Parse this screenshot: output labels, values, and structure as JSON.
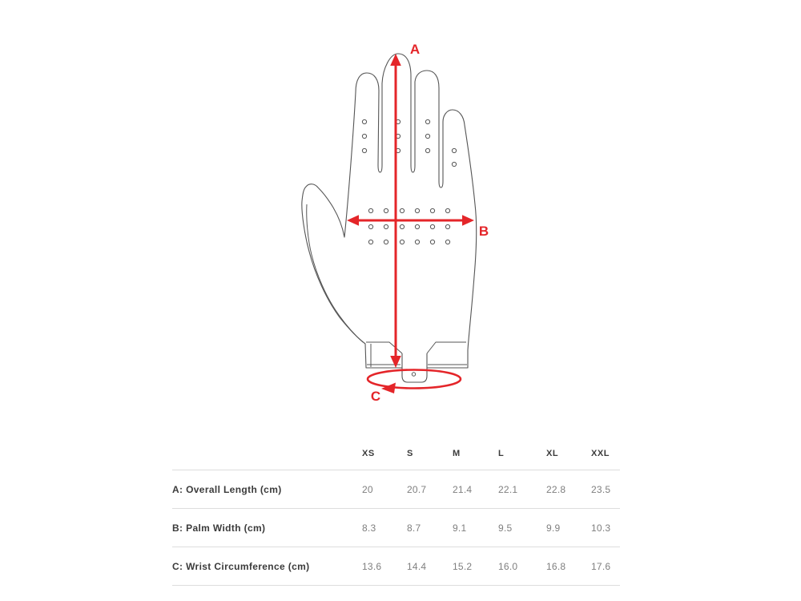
{
  "diagram": {
    "title_hidden": "",
    "labels": {
      "a": "A",
      "b": "B",
      "c": "C"
    },
    "colors": {
      "arrow_red": "#e42529",
      "outline_gray": "#555555"
    }
  },
  "table": {
    "size_headers": [
      "XS",
      "S",
      "M",
      "L",
      "XL",
      "XXL"
    ],
    "rows": [
      {
        "label": "A: Overall Length (cm)",
        "values": [
          "20",
          "20.7",
          "21.4",
          "22.1",
          "22.8",
          "23.5"
        ]
      },
      {
        "label": "B: Palm Width (cm)",
        "values": [
          "8.3",
          "8.7",
          "9.1",
          "9.5",
          "9.9",
          "10.3"
        ]
      },
      {
        "label": "C: Wrist Circumference (cm)",
        "values": [
          "13.6",
          "14.4",
          "15.2",
          "16.0",
          "16.8",
          "17.6"
        ]
      }
    ],
    "rule_color": "#dddddd",
    "header_color": "#3b3b3b",
    "value_color": "#7f7f7f"
  }
}
